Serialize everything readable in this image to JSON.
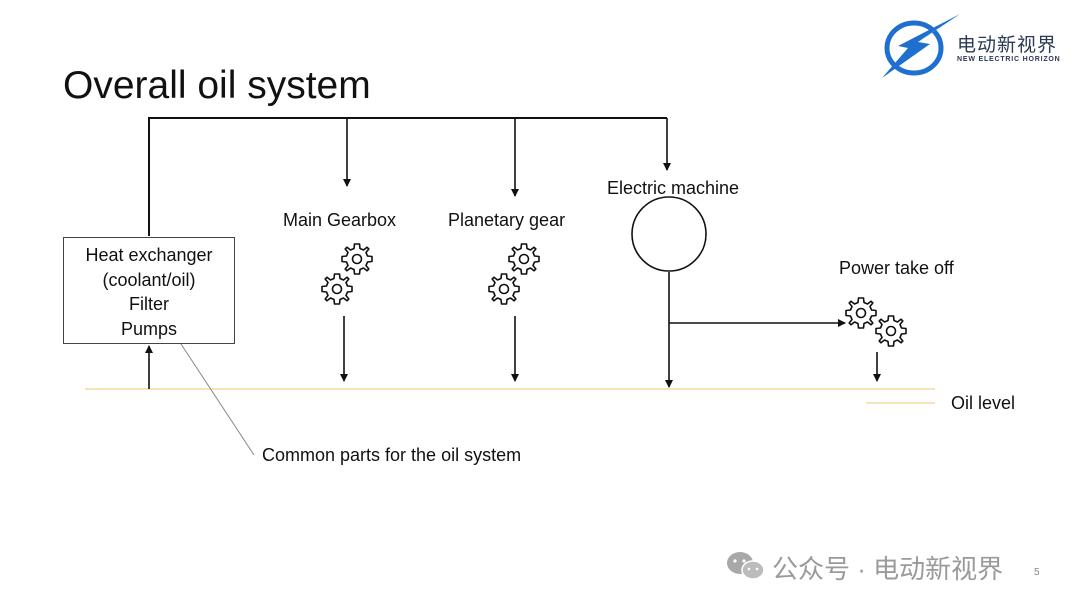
{
  "slide": {
    "title": "Overall oil system",
    "page_number": "5"
  },
  "box": {
    "lines": [
      "Heat exchanger",
      "(coolant/oil)",
      "Filter",
      "Pumps"
    ]
  },
  "components": {
    "main_gearbox": "Main Gearbox",
    "planetary_gear": "Planetary gear",
    "electric_machine": "Electric machine",
    "power_take_off": "Power take off"
  },
  "annotations": {
    "common_parts": "Common parts for the oil system",
    "oil_level": "Oil level"
  },
  "logo": {
    "chinese_name": "电动新视界",
    "english_name": "NEW ELECTRIC HORIZON"
  },
  "watermark": {
    "text": "公众号 · 电动新视界"
  },
  "colors": {
    "line": "#111111",
    "oil_level": "#f2dca0",
    "box_border": "#444444",
    "logo_blue": "#1f6fd0",
    "watermark": "#9a9a9a"
  },
  "icons": {
    "gear": "gear-icon",
    "logo": "lightning-logo-icon",
    "wechat": "wechat-icon"
  }
}
